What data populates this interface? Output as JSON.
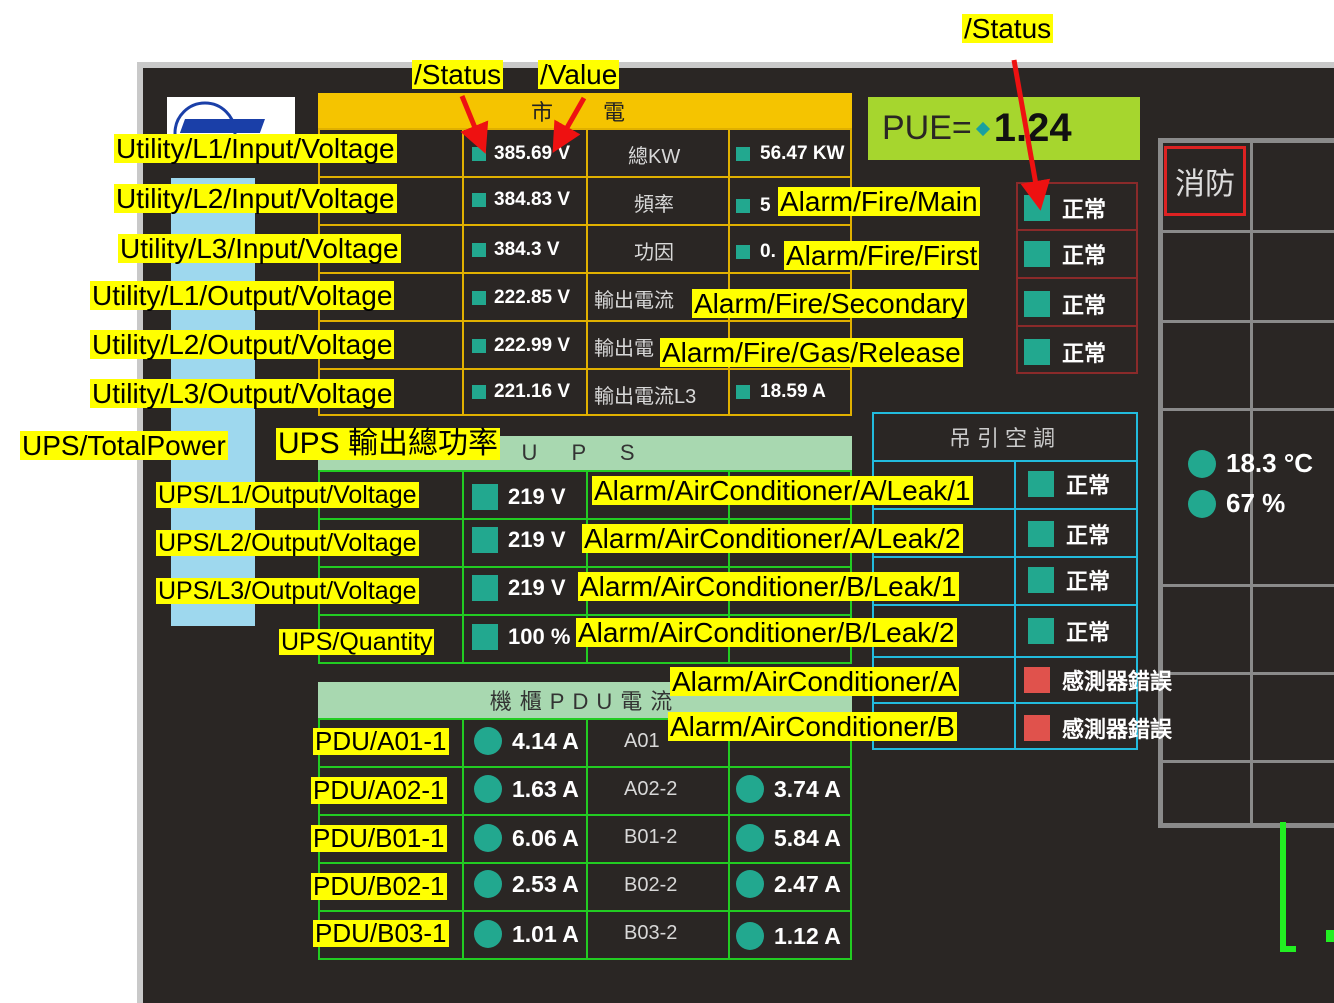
{
  "top_label": "/Status",
  "column_labels": {
    "status": "/Status",
    "value": "/Value"
  },
  "utility": {
    "header": "市　電",
    "rows": [
      {
        "name": "Utility/L1/Input/Voltage",
        "value": "385.69 V",
        "label": "總KW",
        "value2": "56.47 KW"
      },
      {
        "name": "Utility/L2/Input/Voltage",
        "value": "384.83 V",
        "label": "頻率",
        "value2": "5"
      },
      {
        "name": "Utility/L3/Input/Voltage",
        "value": "384.3 V",
        "label": "功因",
        "value2": "0."
      },
      {
        "name": "Utility/L1/Output/Voltage",
        "value": "222.85 V",
        "label": "輸出電流",
        "value2": ""
      },
      {
        "name": "Utility/L2/Output/Voltage",
        "value": "222.99 V",
        "label": "輸出電",
        "value2": ""
      },
      {
        "name": "Utility/L3/Output/Voltage",
        "value": "221.16 V",
        "label": "輸出電流L3",
        "value2": "18.59 A"
      }
    ]
  },
  "pue": {
    "label": "PUE=",
    "value": "1.24"
  },
  "fire": {
    "title": "消防",
    "rows": [
      {
        "name": "Alarm/Fire/Main",
        "status": "正常"
      },
      {
        "name": "Alarm/Fire/First",
        "status": "正常"
      },
      {
        "name": "Alarm/Fire/Secondary",
        "status": "正常"
      },
      {
        "name": "Alarm/Fire/Gas/Release",
        "status": "正常"
      }
    ]
  },
  "ups": {
    "header": "U P S",
    "total_name": "UPS/TotalPower",
    "total_label": "UPS 輸出總功率",
    "rows": [
      {
        "name": "UPS/L1/Output/Voltage",
        "value": "219 V"
      },
      {
        "name": "UPS/L2/Output/Voltage",
        "value": "219 V"
      },
      {
        "name": "UPS/L3/Output/Voltage",
        "value": "219 V"
      },
      {
        "name": "UPS/Quantity",
        "value": "100 %"
      }
    ]
  },
  "aircon": {
    "header": "吊引空調",
    "rows": [
      {
        "name": "Alarm/AirConditioner/A/Leak/1",
        "status": "正常"
      },
      {
        "name": "Alarm/AirConditioner/A/Leak/2",
        "status": "正常"
      },
      {
        "name": "Alarm/AirConditioner/B/Leak/1",
        "status": "正常"
      },
      {
        "name": "Alarm/AirConditioner/B/Leak/2",
        "status": "正常"
      },
      {
        "name": "Alarm/AirConditioner/A",
        "status": "感測器錯誤"
      },
      {
        "name": "Alarm/AirConditioner/B",
        "status": "感測器錯誤"
      }
    ]
  },
  "env": {
    "temperature": "18.3 °C",
    "humidity": "67 %"
  },
  "pdu": {
    "header": "機櫃PDU電流",
    "rows": [
      {
        "name": "PDU/A01-1",
        "value": "4.14 A",
        "label": "A01",
        "value2": ""
      },
      {
        "name": "PDU/A02-1",
        "value": "1.63 A",
        "label": "A02-2",
        "value2": "3.74 A"
      },
      {
        "name": "PDU/B01-1",
        "value": "6.06 A",
        "label": "B01-2",
        "value2": "5.84 A"
      },
      {
        "name": "PDU/B02-1",
        "value": "2.53 A",
        "label": "B02-2",
        "value2": "2.47 A"
      },
      {
        "name": "PDU/B03-1",
        "value": "1.01 A",
        "label": "B03-2",
        "value2": "1.12 A"
      }
    ]
  },
  "colors": {
    "panel_bg": "#2a2624",
    "utility_border": "#e0b000",
    "ups_border": "#22cc22",
    "aircon_border": "#22bbdd",
    "fire_border": "#8a2a2a",
    "status_ok": "#22a88f",
    "status_error": "#e0524c",
    "annotation_bg": "#ffff00"
  }
}
